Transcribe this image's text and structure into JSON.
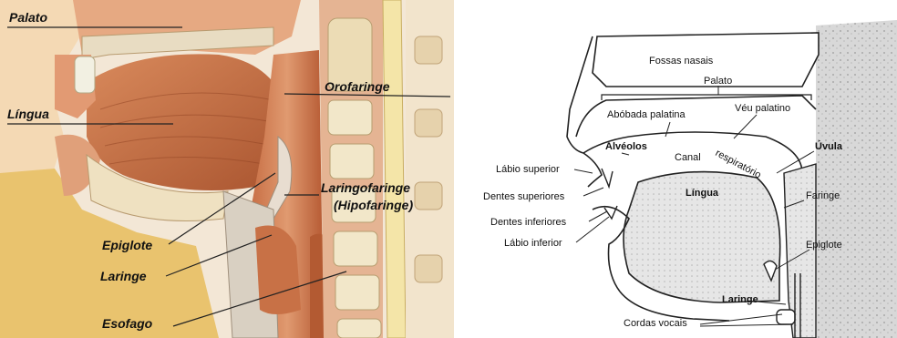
{
  "left_figure": {
    "labels": {
      "palato": "Palato",
      "lingua": "Língua",
      "orofaringe": "Orofaringe",
      "laringofaringe": "Laringofaringe",
      "hipofaringe": "(Hipofaringe)",
      "epiglote": "Epiglote",
      "laringe": "Laringe",
      "esofago": "Esofago"
    }
  },
  "right_figure": {
    "labels": {
      "fossas_nasais": "Fossas nasais",
      "palato": "Palato",
      "abobada_palatina": "Abóbada palatina",
      "veu_palatino": "Véu palatino",
      "alveolos": "Alvéolos",
      "canal": "Canal",
      "respiratorio": "respiratório",
      "uvula": "Úvula",
      "labio_superior": "Lábio superior",
      "dentes_superiores": "Dentes superiores",
      "dentes_inferiores": "Dentes inferiores",
      "labio_inferior": "Lábio inferior",
      "lingua": "Língua",
      "faringe": "Faringe",
      "epiglote": "Epiglote",
      "laringe": "Laringe",
      "cordas_vocais": "Cordas vocais"
    }
  }
}
